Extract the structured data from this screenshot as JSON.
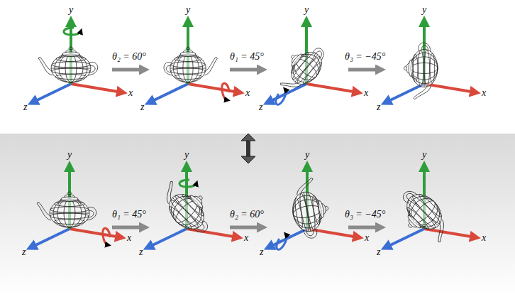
{
  "diagram": {
    "labels": [
      "y",
      "x",
      "z",
      "θ₂ = 60°",
      "y",
      "x",
      "z",
      "θ₁ = 45°",
      "y",
      "x",
      "z",
      "θ₃ = −45°",
      "y",
      "x",
      "z",
      "y",
      "x",
      "z",
      "θ₁ = 45°",
      "y",
      "x",
      "z",
      "θ₂ = 60°",
      "y",
      "x",
      "z",
      "θ₃ = −45°",
      "y",
      "x",
      "z"
    ]
  }
}
